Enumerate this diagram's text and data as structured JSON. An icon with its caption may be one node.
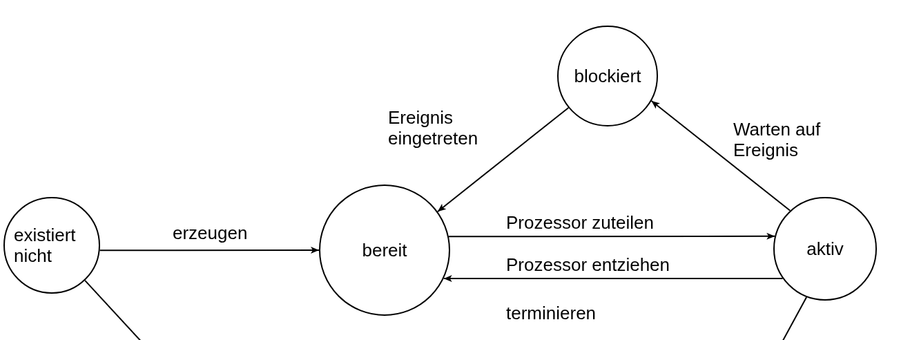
{
  "diagram": {
    "nodes": [
      {
        "text": [
          "existiert nicht"
        ]
      },
      {
        "text": [
          "bereit"
        ]
      },
      {
        "text": [
          "blockiert"
        ]
      },
      {
        "text": [
          "aktiv"
        ]
      }
    ],
    "edges": [
      {
        "from": 0,
        "to": 1,
        "arrow": "to",
        "label": "erzeugen"
      },
      {
        "from": 1,
        "to": 3,
        "arrow": "to",
        "label": "Prozessor zuteilen"
      },
      {
        "from": 3,
        "to": 1,
        "arrow": "to",
        "label": "Prozessor entziehen"
      },
      {
        "from": 2,
        "to": 1,
        "arrow": "to",
        "label": "Ereignis eingetreten"
      },
      {
        "from": 3,
        "to": 2,
        "arrow": "to",
        "label": "Warten auf Ereignis"
      },
      {
        "from": 3,
        "to": 0,
        "arrow": "none",
        "label": "terminieren"
      }
    ]
  }
}
